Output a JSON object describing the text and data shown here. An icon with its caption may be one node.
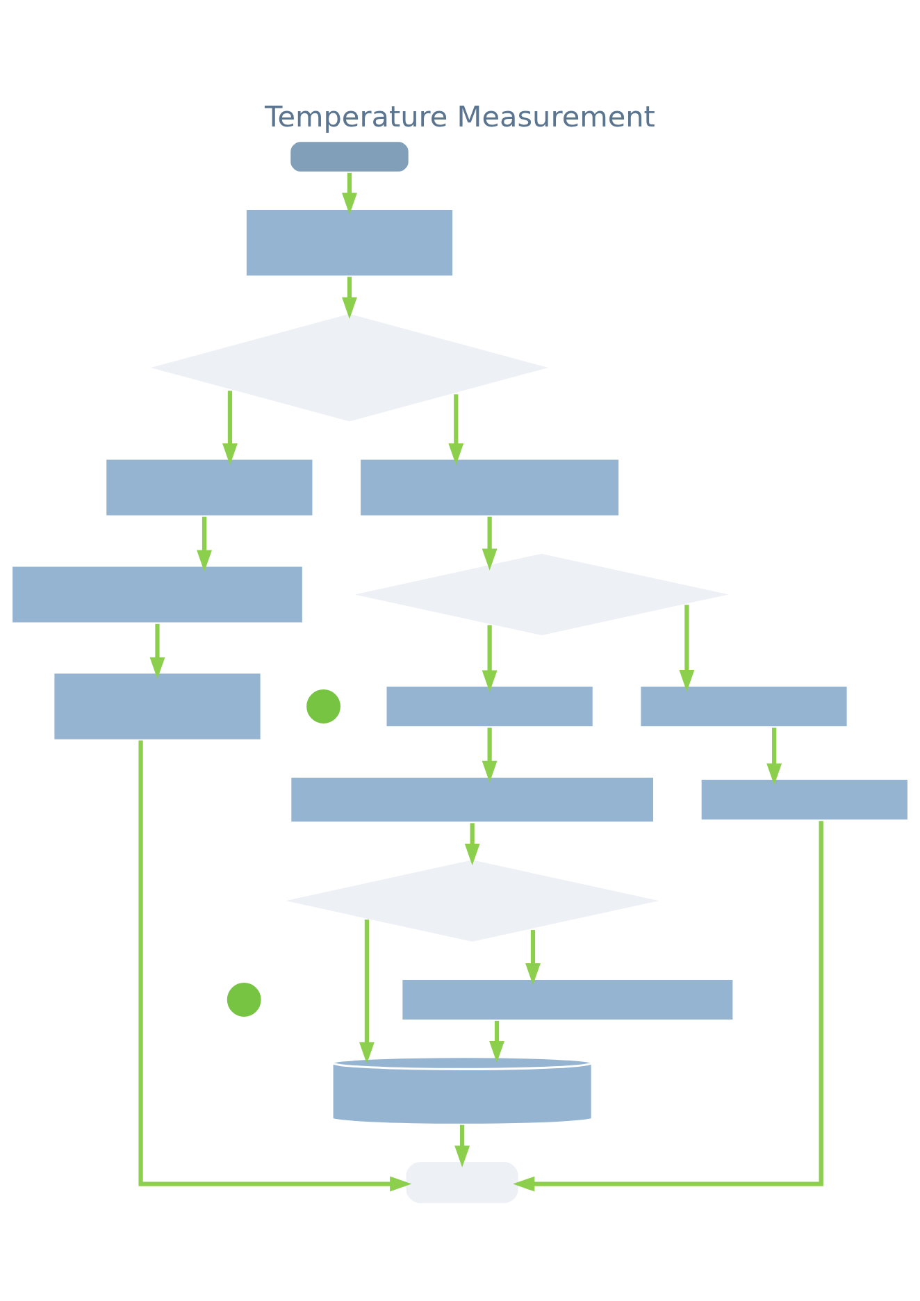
{
  "diagram": {
    "title": "Temperature Measurement",
    "nodes": [
      {
        "text": [],
        "shape": "oval"
      },
      {
        "text": [],
        "shape": "box"
      },
      {
        "text": [],
        "shape": "diamond"
      },
      {
        "text": [],
        "shape": "box"
      },
      {
        "text": [],
        "shape": "box"
      },
      {
        "text": [],
        "shape": "box"
      },
      {
        "text": [],
        "shape": "diamond"
      },
      {
        "text": [],
        "shape": "box"
      },
      {
        "text": [],
        "shape": "circle"
      },
      {
        "text": [],
        "shape": "box"
      },
      {
        "text": [],
        "shape": "box"
      },
      {
        "text": [],
        "shape": "box"
      },
      {
        "text": [],
        "shape": "box"
      },
      {
        "text": [],
        "shape": "diamond"
      },
      {
        "text": [],
        "shape": "circle"
      },
      {
        "text": [],
        "shape": "box"
      },
      {
        "text": [],
        "shape": "cylinder"
      },
      {
        "text": [],
        "shape": "oval"
      }
    ],
    "edges": [
      {
        "from": 0,
        "to": 1,
        "arrow": "to"
      },
      {
        "from": 1,
        "to": 2,
        "arrow": "to"
      },
      {
        "from": 2,
        "to": 3,
        "arrow": "to"
      },
      {
        "from": 2,
        "to": 4,
        "arrow": "to"
      },
      {
        "from": 3,
        "to": 5,
        "arrow": "to"
      },
      {
        "from": 5,
        "to": 7,
        "arrow": "to"
      },
      {
        "from": 4,
        "to": 6,
        "arrow": "to"
      },
      {
        "from": 6,
        "to": 9,
        "arrow": "to"
      },
      {
        "from": 6,
        "to": 10,
        "arrow": "to"
      },
      {
        "from": 9,
        "to": 11,
        "arrow": "to"
      },
      {
        "from": 10,
        "to": 12,
        "arrow": "to"
      },
      {
        "from": 11,
        "to": 13,
        "arrow": "to"
      },
      {
        "from": 13,
        "to": 15,
        "arrow": "to"
      },
      {
        "from": 13,
        "to": 16,
        "arrow": "to"
      },
      {
        "from": 15,
        "to": 16,
        "arrow": "to"
      },
      {
        "from": 16,
        "to": 17,
        "arrow": "to"
      },
      {
        "from": 7,
        "to": 17,
        "arrow": "to"
      },
      {
        "from": 12,
        "to": 17,
        "arrow": "to"
      }
    ]
  }
}
